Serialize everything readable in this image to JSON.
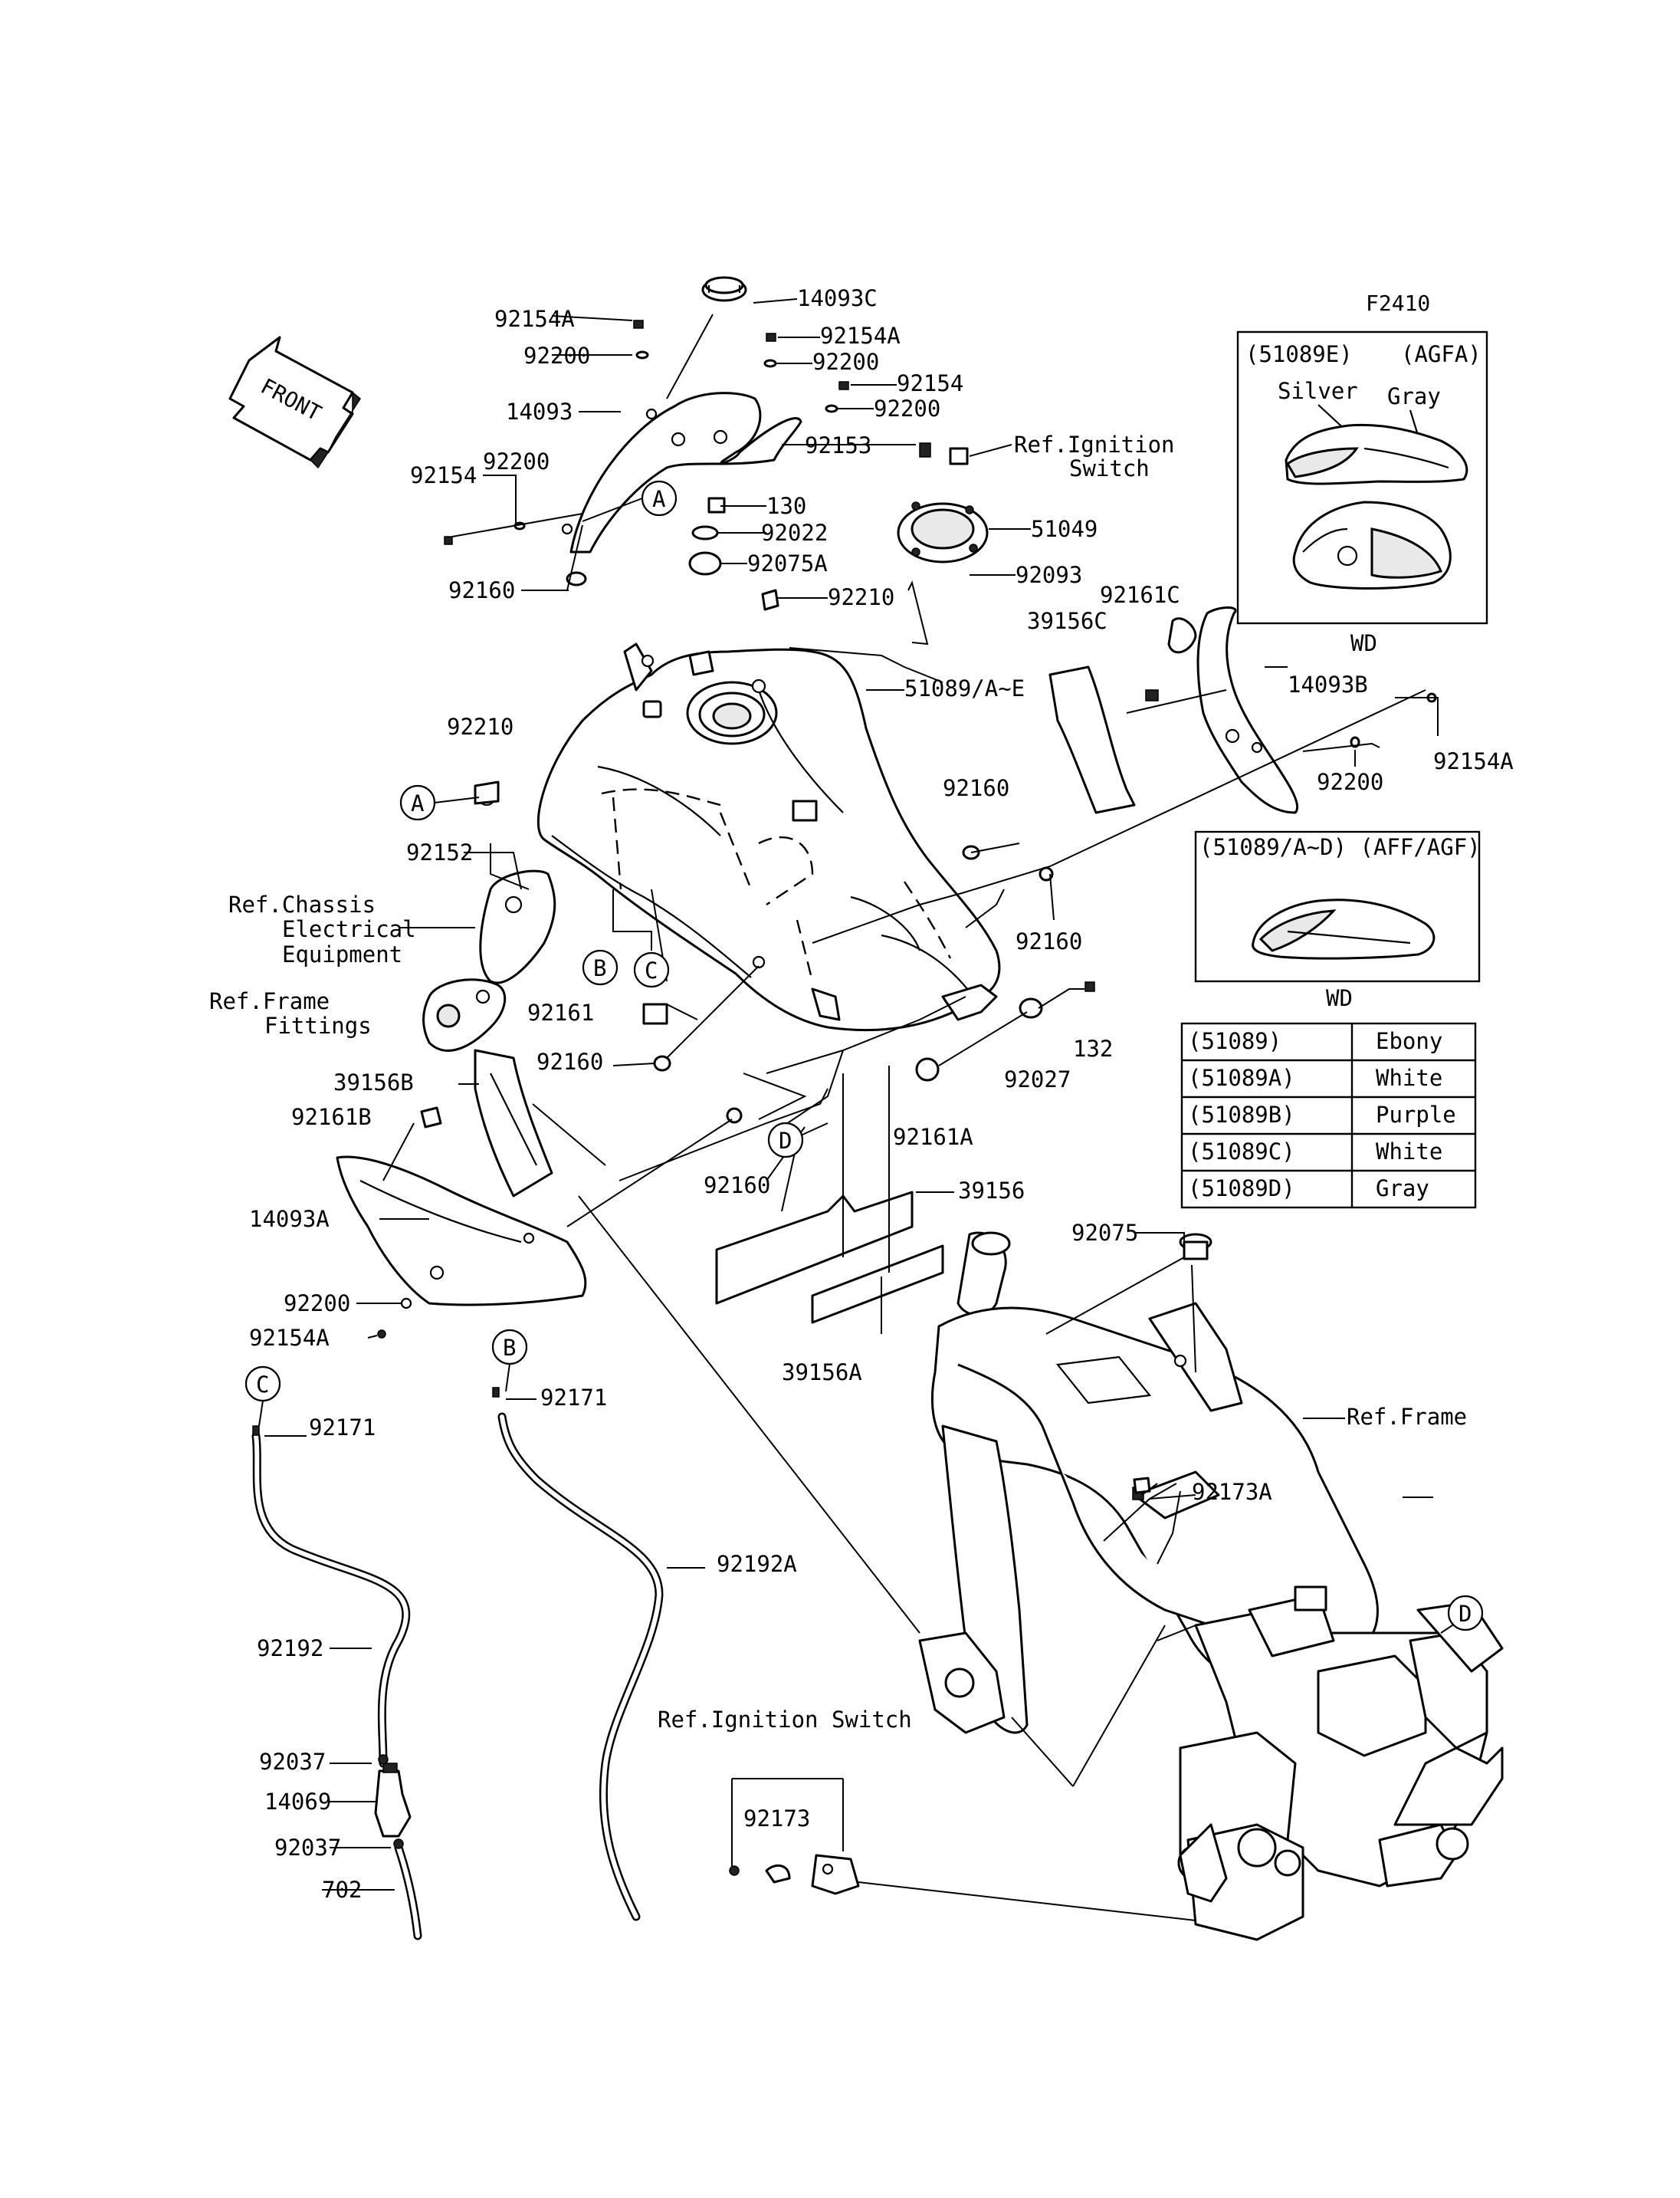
{
  "diagram_code": "F2410",
  "front_label": "FRONT",
  "reference_letters": {
    "a": "A",
    "b": "B",
    "c": "C",
    "d": "D"
  },
  "part_labels": {
    "p14093C": "14093C",
    "p92154A_1": "92154A",
    "p92200_1": "92200",
    "p92154A_2": "92154A",
    "p92200_2": "92200",
    "p14093": "14093",
    "p92154_1": "92154",
    "p92200_3": "92200",
    "p92154_2": "92154",
    "p92200_4": "92200",
    "p92153": "92153",
    "p130": "130",
    "p92022": "92022",
    "p92075A": "92075A",
    "p92160_1": "92160",
    "p51049": "51049",
    "p92093": "92093",
    "p92210_1": "92210",
    "p92161C": "92161C",
    "p39156C": "39156C",
    "p51089": "51089/A~E",
    "p14093B": "14093B",
    "p92210_2": "92210",
    "p92154A_3": "92154A",
    "p92200_5": "92200",
    "p92160_2": "92160",
    "p92152": "92152",
    "p92160_3": "92160",
    "p92161": "92161",
    "p92160_4": "92160",
    "p132": "132",
    "p92027": "92027",
    "p39156B": "39156B",
    "p92161B": "92161B",
    "p92161A": "92161A",
    "p14093A": "14093A",
    "p92160_5": "92160",
    "p39156": "39156",
    "p92075": "92075",
    "p92200_6": "92200",
    "p92154A_4": "92154A",
    "p39156A": "39156A",
    "p92171_1": "92171",
    "p92171_2": "92171",
    "p92173A": "92173A",
    "p92192A": "92192A",
    "p92192": "92192",
    "p92173": "92173",
    "p92037_1": "92037",
    "p14069": "14069",
    "p92037_2": "92037",
    "p702": "702"
  },
  "references": {
    "ignition_top_1": "Ref.Ignition",
    "ignition_top_2": "Switch",
    "chassis_1": "Ref.Chassis",
    "chassis_2": "Electrical",
    "chassis_3": "Equipment",
    "frame_fit_1": "Ref.Frame",
    "frame_fit_2": "Fittings",
    "frame": "Ref.Frame",
    "ignition_bottom": "Ref.Ignition Switch"
  },
  "variant_box_1": {
    "code": "(51089E)",
    "model": "(AGFA)",
    "color_a": "Silver",
    "color_b": "Gray",
    "caption": "WD"
  },
  "variant_box_2": {
    "header": "(51089/A~D) (AFF/AGF)",
    "caption": "WD"
  },
  "color_table": [
    {
      "part": "(51089)",
      "color": "Ebony"
    },
    {
      "part": "(51089A)",
      "color": "White"
    },
    {
      "part": "(51089B)",
      "color": "Purple"
    },
    {
      "part": "(51089C)",
      "color": "White"
    },
    {
      "part": "(51089D)",
      "color": "Gray"
    }
  ]
}
